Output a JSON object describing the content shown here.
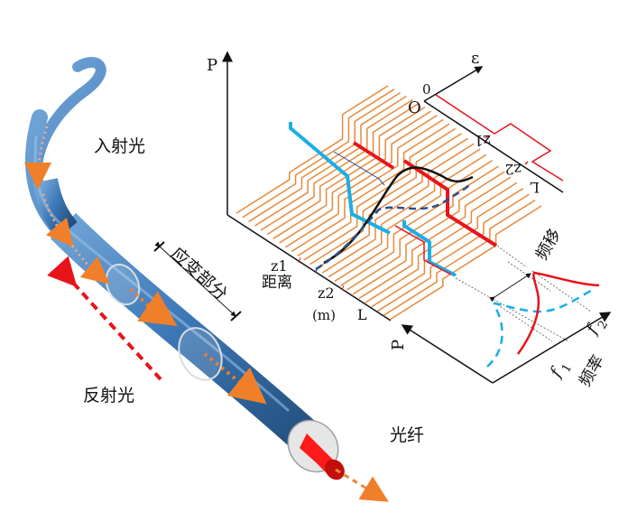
{
  "labels": {
    "incident_light": "入射光",
    "reflected_light": "反射光",
    "strain_section": "应变部分",
    "fiber": "光纤",
    "distance": "距离",
    "distance_unit": "(m)",
    "frequency_shift": "频移",
    "frequency": "频率"
  },
  "waterfall_axes": {
    "p_axis": "P",
    "z1": "z1",
    "z2": "z2",
    "end": "L"
  },
  "strain_axes": {
    "origin": "O",
    "zero": "0",
    "epsilon": "ε",
    "z1": "z1",
    "z2": "z2",
    "end": "L"
  },
  "spectrum_axes": {
    "p_axis": "P",
    "f1": "f",
    "f1_sub": "1",
    "f2": "f",
    "f2_sub": "2"
  },
  "colors": {
    "fiber_blue": "#3f7ab8",
    "trace_orange": "#e8893a",
    "shifted_red": "#e8141c",
    "reference_cyan": "#1aaee8",
    "arrow_orange": "#f07f2a"
  }
}
